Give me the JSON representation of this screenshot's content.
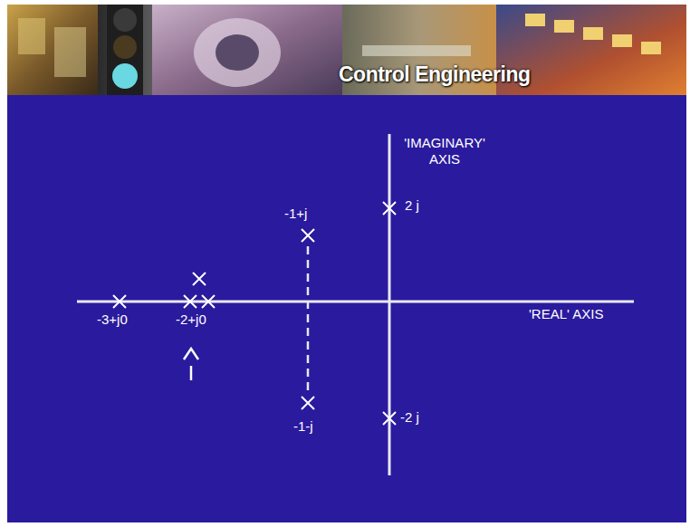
{
  "diagram": {
    "title": "Control Engineering",
    "labels": [
      "'IMAGINARY' AXIS",
      "2 j",
      "-1+j",
      "-3+j0",
      "-2+j0",
      "'REAL' AXIS",
      "-1-j",
      "-2 j"
    ]
  }
}
